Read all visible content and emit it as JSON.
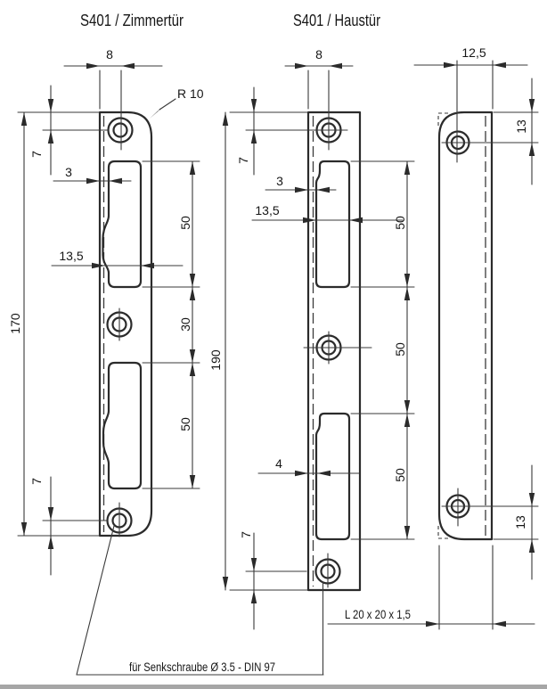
{
  "drawing": {
    "views": {
      "zimmertuer": {
        "title": "S401 / Zimmertür",
        "dims": {
          "plate_width_to_center": "8",
          "corner_radius": "R 10",
          "top_hole_offset": "7",
          "total_height": "170",
          "lip_offset": "3",
          "opening_width": "13,5",
          "upper_opening_height": "50",
          "openings_gap": "30",
          "lower_opening_height": "50",
          "bottom_hole_offset": "7"
        }
      },
      "haustuer": {
        "title": "S401 / Haustür",
        "dims": {
          "plate_width_to_center": "8",
          "top_hole_offset": "7",
          "upper_lip_offset": "3",
          "opening_width": "13,5",
          "upper_segment": "50",
          "middle_segment": "50",
          "lower_segment": "50",
          "lower_lip_offset": "4",
          "total_height": "190",
          "bottom_hole_offset": "7"
        }
      },
      "side_profile": {
        "dims": {
          "width_to_center": "12,5",
          "top_hole_offset": "13",
          "bottom_hole_offset": "13",
          "profile_label": "L 20 x 20 x 1,5"
        }
      }
    },
    "notes": {
      "screw_callout": "für Senkschraube Ø 3.5 - DIN 97"
    }
  }
}
